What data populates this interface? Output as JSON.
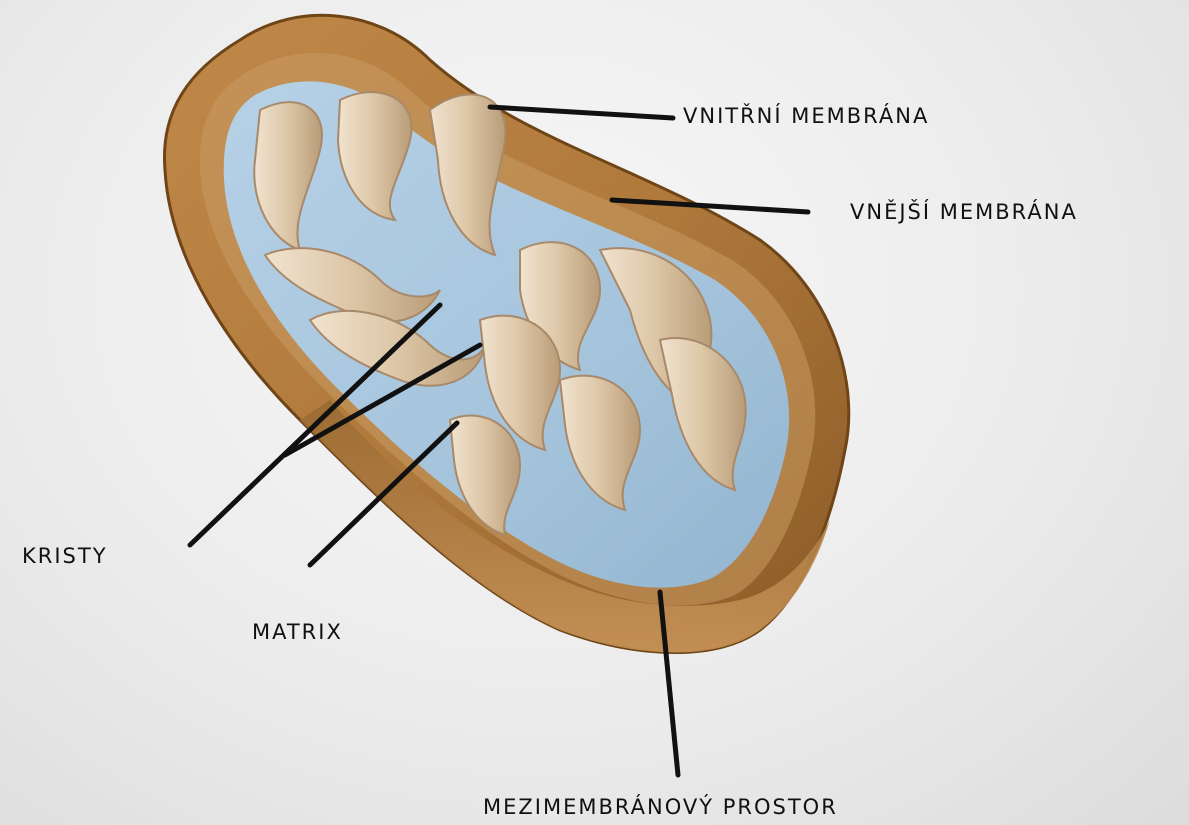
{
  "labels": {
    "inner_membrane": "VNITŘNÍ MEMBRÁNA",
    "outer_membrane": "VNĚJŠÍ MEMBRÁNA",
    "cristae": "KRISTY",
    "matrix": "MATRIX",
    "intermembrane_space": "MEZIMEMBRÁNOVÝ PROSTOR"
  },
  "colors": {
    "outer_membrane": "#b07a3c",
    "outer_membrane_dark": "#8a5a26",
    "inner_membrane": "#e8d6bd",
    "inner_membrane_shadow": "#b89d7c",
    "matrix": "#a7c6dd",
    "leader_line": "#111111"
  }
}
